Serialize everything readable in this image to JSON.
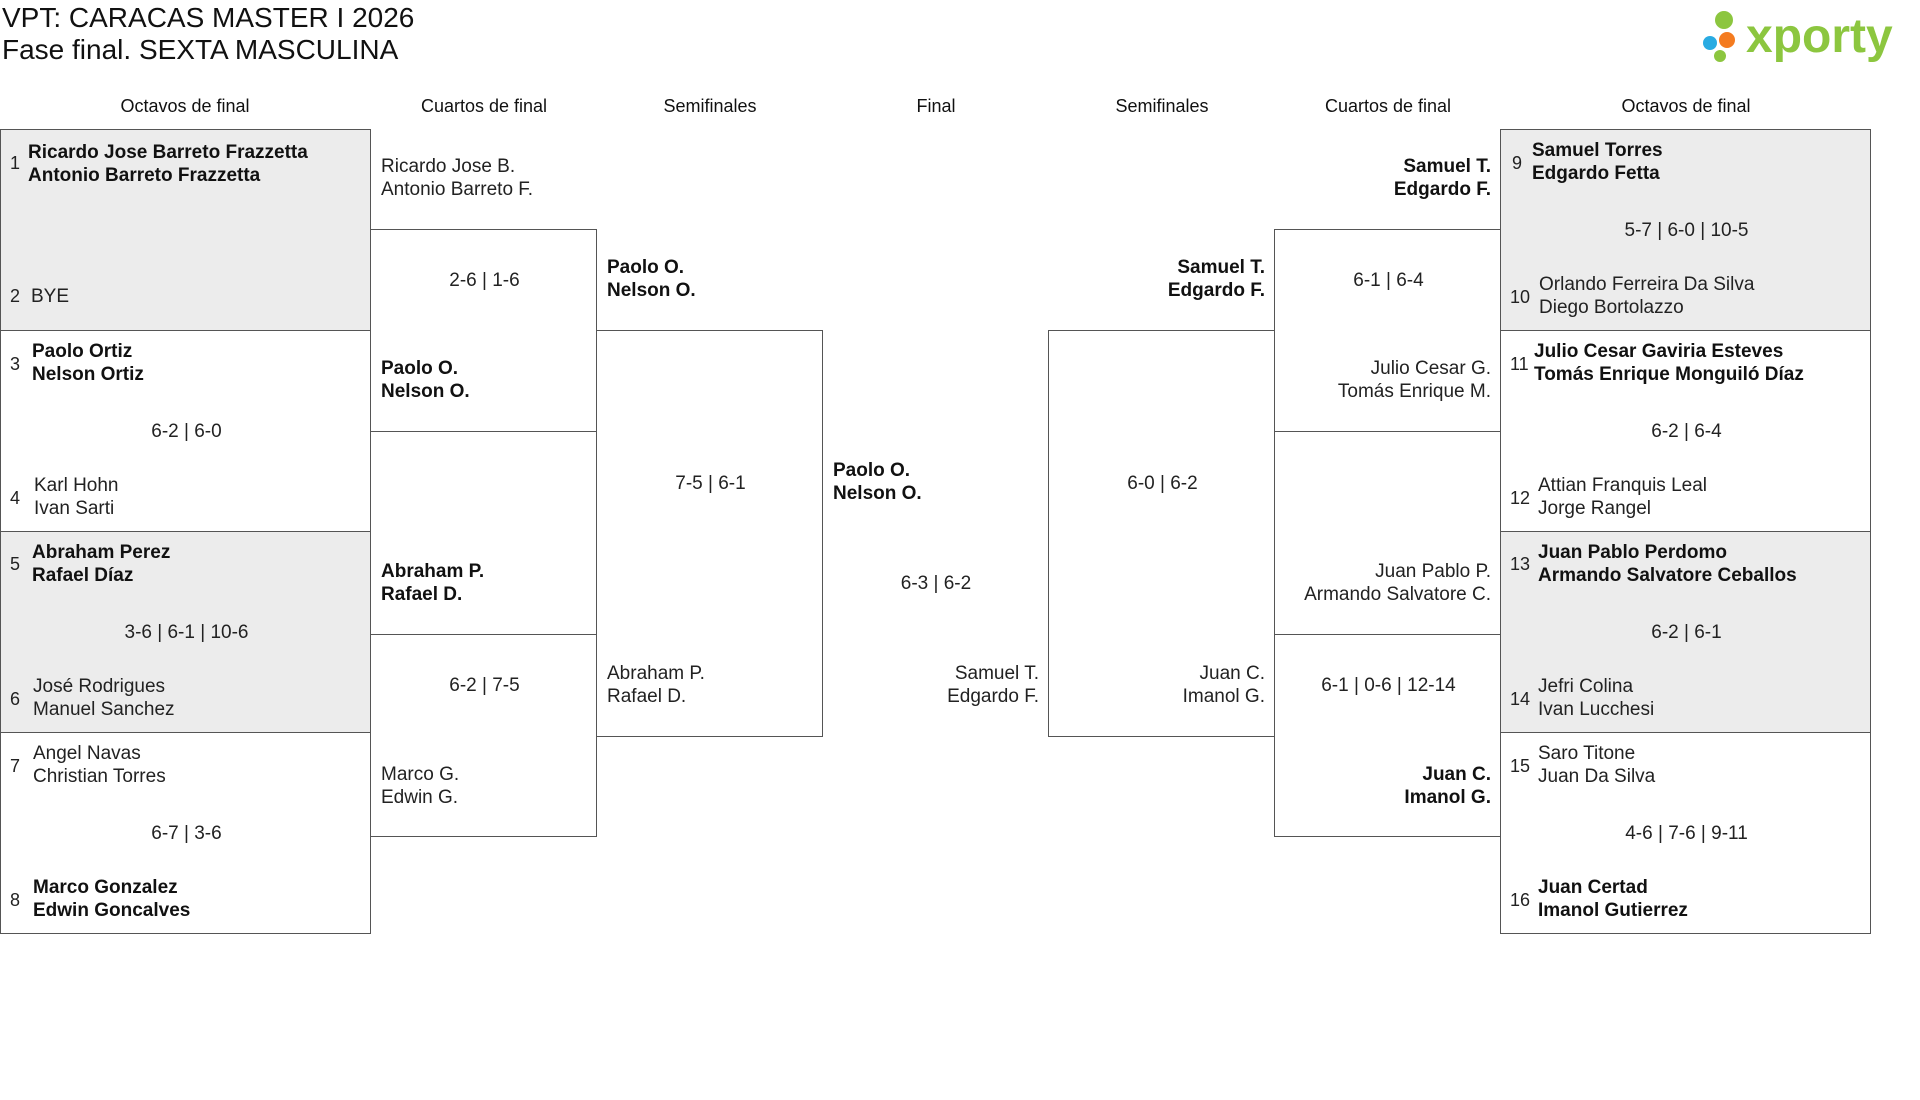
{
  "title": "VPT: CARACAS MASTER I 2026",
  "subtitle": "Fase final. SEXTA MASCULINA",
  "logo_text": "xporty",
  "colors": {
    "logo_green": "#8cc63f",
    "logo_orange": "#f47b20",
    "logo_blue": "#29abe2",
    "shade": "#ececec",
    "border": "#555555"
  },
  "rounds": {
    "octavos": "Octavos de final",
    "cuartos": "Cuartos de final",
    "semis": "Semifinales",
    "final": "Final"
  },
  "left": {
    "r16": [
      {
        "seed_a": "1",
        "a1": "Ricardo Jose Barreto Frazzetta",
        "a2": "Antonio Barreto Frazzetta",
        "seed_b": "2",
        "b1": "BYE",
        "b2": "",
        "score": ""
      },
      {
        "seed_a": "3",
        "a1": "Paolo Ortiz",
        "a2": "Nelson Ortiz",
        "seed_b": "4",
        "b1": "Karl Hohn",
        "b2": "Ivan Sarti",
        "score": "6-2 | 6-0"
      },
      {
        "seed_a": "5",
        "a1": "Abraham Perez",
        "a2": "Rafael Díaz",
        "seed_b": "6",
        "b1": "José Rodrigues",
        "b2": "Manuel Sanchez",
        "score": "3-6 | 6-1 | 10-6"
      },
      {
        "seed_a": "7",
        "a1": "Angel Navas",
        "a2": "Christian Torres",
        "seed_b": "8",
        "b1": "Marco Gonzalez",
        "b2": "Edwin Goncalves",
        "score": "6-7 | 3-6"
      }
    ],
    "qf": [
      {
        "a1": "Ricardo Jose B.",
        "a2": "Antonio Barreto F.",
        "b1": "Paolo O.",
        "b2": "Nelson O.",
        "score": "2-6 | 1-6"
      },
      {
        "a1": "Abraham P.",
        "a2": "Rafael D.",
        "b1": "Marco G.",
        "b2": "Edwin G.",
        "score": "6-2 | 7-5"
      }
    ],
    "sf": {
      "a1": "Paolo O.",
      "a2": "Nelson O.",
      "b1": "Abraham P.",
      "b2": "Rafael D.",
      "score": "7-5 | 6-1"
    }
  },
  "final": {
    "a1": "Paolo O.",
    "a2": "Nelson O.",
    "b1": "Samuel T.",
    "b2": "Edgardo F.",
    "score": "6-3 | 6-2"
  },
  "right": {
    "r16": [
      {
        "seed_a": "9",
        "a1": "Samuel Torres",
        "a2": "Edgardo Fetta",
        "seed_b": "10",
        "b1": "Orlando Ferreira Da Silva",
        "b2": "Diego Bortolazzo",
        "score": "5-7 | 6-0 | 10-5"
      },
      {
        "seed_a": "11",
        "a1": "Julio Cesar Gaviria Esteves",
        "a2": "Tomás Enrique Monguiló Díaz",
        "seed_b": "12",
        "b1": "Attian Franquis Leal",
        "b2": "Jorge Rangel",
        "score": "6-2 | 6-4"
      },
      {
        "seed_a": "13",
        "a1": "Juan Pablo Perdomo",
        "a2": "Armando Salvatore Ceballos",
        "seed_b": "14",
        "b1": "Jefri Colina",
        "b2": "Ivan Lucchesi",
        "score": "6-2 | 6-1"
      },
      {
        "seed_a": "15",
        "a1": "Saro Titone",
        "a2": "Juan Da Silva",
        "seed_b": "16",
        "b1": "Juan Certad",
        "b2": "Imanol Gutierrez",
        "score": "4-6 | 7-6 | 9-11"
      }
    ],
    "qf": [
      {
        "a1": "Samuel T.",
        "a2": "Edgardo F.",
        "b1": "Julio Cesar G.",
        "b2": "Tomás Enrique M.",
        "score": "6-1 | 6-4"
      },
      {
        "a1": "Juan Pablo P.",
        "a2": "Armando Salvatore C.",
        "b1": "Juan C.",
        "b2": "Imanol G.",
        "score": "6-1 | 0-6 | 12-14"
      }
    ],
    "sf": {
      "a1": "Samuel T.",
      "a2": "Edgardo F.",
      "b1": "Juan C.",
      "b2": "Imanol G.",
      "score": "6-0 | 6-2"
    }
  }
}
